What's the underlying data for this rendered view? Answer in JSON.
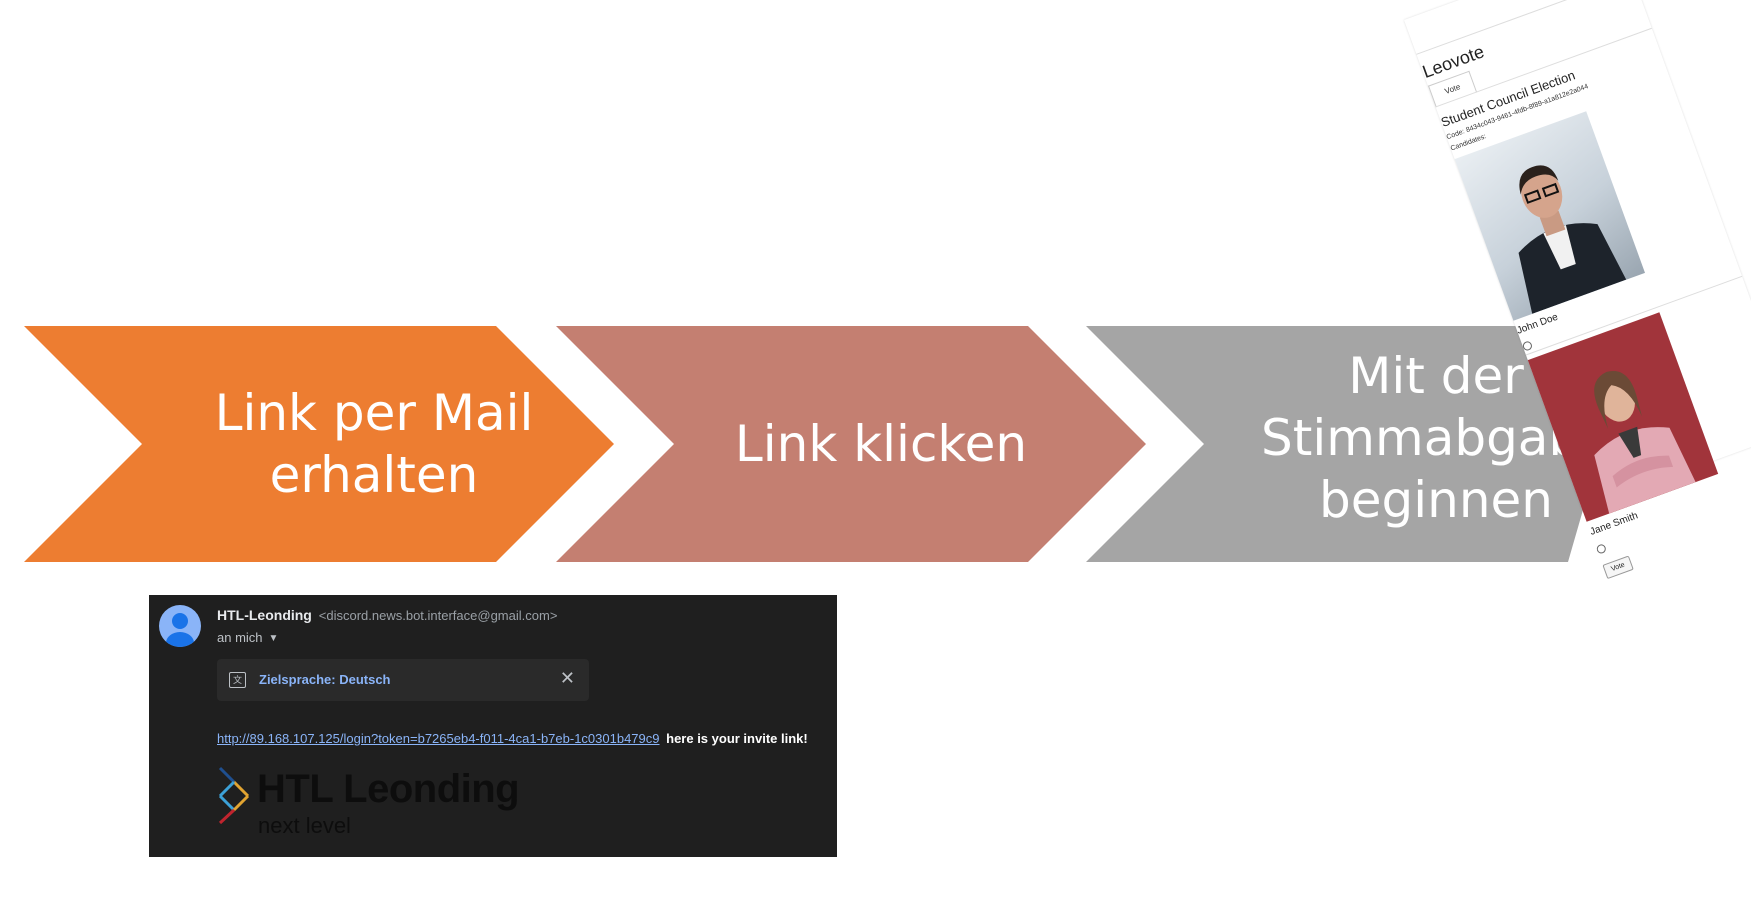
{
  "process": {
    "steps": [
      {
        "text": "Link per Mail\nerhalten",
        "color": "#ED7D31"
      },
      {
        "text": "Link klicken",
        "color": "#C47F71"
      },
      {
        "text": "Mit der\nStimmabgabe\nbeginnen",
        "color": "#A5A5A5"
      }
    ]
  },
  "email": {
    "sender_name": "HTL-Leonding",
    "sender_email": "<discord.news.bot.interface@gmail.com>",
    "recipient": "an mich",
    "translate_label": "Zielsprache: Deutsch",
    "link": "http://89.168.107.125/login?token=b7265eb4-f011-4ca1-b7eb-1c0301b479c9",
    "link_suffix": "here is your invite link!",
    "logo_name": "HTL Leonding",
    "logo_tagline": "next level"
  },
  "vote": {
    "app_title": "Leovote",
    "tab_label": "Vote",
    "election_title": "Student Council Election",
    "code": "Code: 8434c043-9461-4fdb-8f89-a1a812e2a044",
    "candidates_label": "Candidates:",
    "candidates": [
      {
        "name": "John Doe"
      },
      {
        "name": "Jane Smith"
      }
    ],
    "vote_button": "Vote"
  }
}
